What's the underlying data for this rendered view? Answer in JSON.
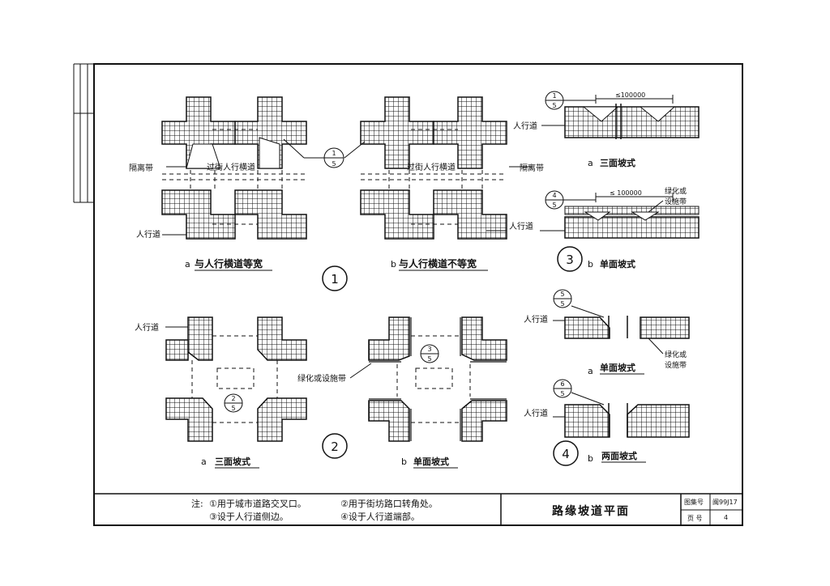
{
  "labels": {
    "isolation_belt": "隔离带",
    "crossing_street_crosswalk": "过街人行横道",
    "sidewalk": "人行道",
    "greening_or_facility_belt": "绿化或设施带",
    "greening_or_facility_belt_line1": "绿化或",
    "greening_or_facility_belt_line2": "设施带",
    "dim_1": "≤100000",
    "dim_2": "≤ 100000"
  },
  "captions": {
    "g1_a_letter": "a",
    "g1_a_text": "与人行横道等宽",
    "g1_b_letter": "b",
    "g1_b_text": "与人行横道不等宽",
    "g2_a_letter": "a",
    "g2_a_text": "三面坡式",
    "g2_b_letter": "b",
    "g2_b_text": "单面坡式",
    "g3_a_letter": "a",
    "g3_a_text": "三面坡式",
    "g3_b_letter": "b",
    "g3_b_text": "单面坡式",
    "g4_a_letter": "a",
    "g4_a_text": "单面坡式",
    "g4_b_letter": "b",
    "g4_b_text": "两面坡式"
  },
  "group_numbers": {
    "g1": "1",
    "g2": "2",
    "g3": "3",
    "g4": "4"
  },
  "references": {
    "r1_top": "1",
    "r1_bottom": "5",
    "r2_top": "2",
    "r2_bottom": "5",
    "r3_top": "3",
    "r3_bottom": "5",
    "r4_top": "4",
    "r4_bottom": "5",
    "r5_top": "5",
    "r5_bottom": "5",
    "r6_top": "6",
    "r6_bottom": "5"
  },
  "notes": {
    "prefix": "注:",
    "n1": "①用于城市道路交叉口。",
    "n2": "②用于街坊路口转角处。",
    "n3": "③设于人行道侧边。",
    "n4": "④设于人行道端部。"
  },
  "title_block": {
    "title": "路缘坡道平面",
    "atlas_label": "图集号",
    "atlas_value": "闽99J17",
    "page_label": "页  号",
    "page_value": "4"
  }
}
